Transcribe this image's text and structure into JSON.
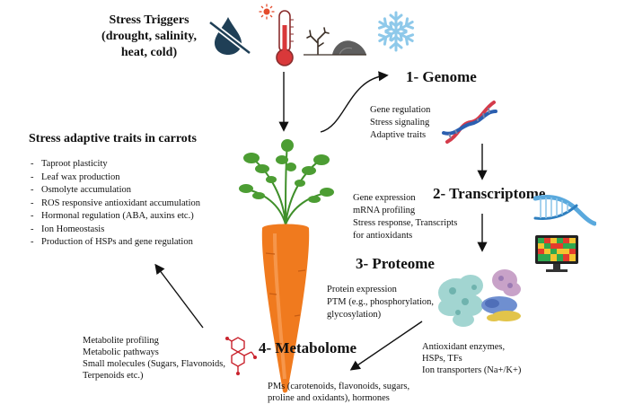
{
  "stress_triggers": {
    "line1": "Stress Triggers",
    "line2": "(drought, salinity,",
    "line3": "heat, cold)"
  },
  "adaptive_traits": {
    "title": "Stress adaptive traits in carrots",
    "items": [
      "Taproot plasticity",
      "Leaf wax production",
      "Osmolyte accumulation",
      "ROS responsive antioxidant accumulation",
      "Hormonal regulation (ABA, auxins etc.)",
      "Ion Homeostasis",
      "Production of HSPs and gene regulation"
    ]
  },
  "genome": {
    "title": "1- Genome",
    "lines": [
      "Gene regulation",
      "Stress signaling",
      "Adaptive traits"
    ]
  },
  "transcriptome": {
    "title": "2- Transcriptome",
    "lines": [
      "Gene expression",
      "mRNA profiling",
      "Stress response, Transcripts",
      "for antioxidants"
    ]
  },
  "proteome": {
    "title": "3- Proteome",
    "lines": [
      "Protein expression",
      "PTM (e.g., phosphorylation,",
      "glycosylation)"
    ],
    "extra_lines": [
      "Antioxidant enzymes,",
      "HSPs, TFs",
      "Ion transporters (Na+/K+)"
    ]
  },
  "metabolome": {
    "title": "4- Metabolome",
    "left_lines": [
      "Metabolite profiling",
      "Metabolic pathways",
      "Small molecules (Sugars, Flavonoids,",
      "Terpenoids etc.)"
    ],
    "bottom_lines": [
      "PMs (carotenoids, flavonoids, sugars,",
      "proline and oxidants), hormones"
    ]
  },
  "icons": [
    "drought-drop-icon",
    "thermometer-icon",
    "sun-icon",
    "dry-tree-rock-icon",
    "snowflake-icon",
    "dna-icon",
    "rna-strand-icon",
    "heatmap-monitor-icon",
    "protein-structure-icon",
    "molecule-icon",
    "carrot-icon"
  ],
  "colors": {
    "carrot": "#f07a1e",
    "leaves": "#3f8f2a",
    "snowflake": "#8ec9ea",
    "thermo": "#d9383a",
    "dna_red": "#d43b4b",
    "dna_blue": "#2b5fb0"
  }
}
